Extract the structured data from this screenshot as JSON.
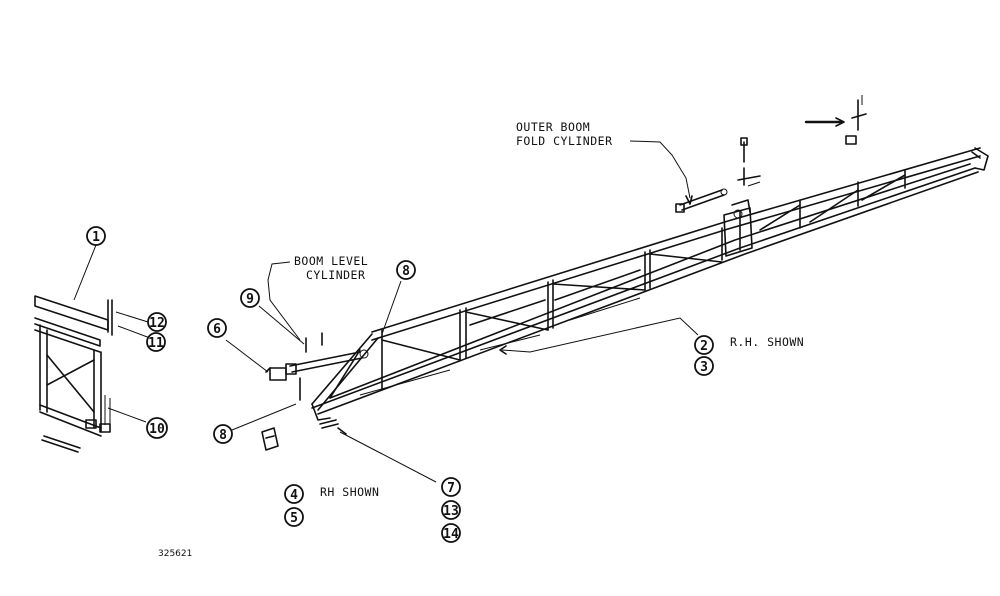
{
  "callouts": {
    "c1": "1",
    "c2": "2",
    "c3": "3",
    "c4": "4",
    "c5": "5",
    "c6": "6",
    "c7": "7",
    "c8a": "8",
    "c8b": "8",
    "c9": "9",
    "c10": "10",
    "c11": "11",
    "c12": "12",
    "c13": "13",
    "c14": "14"
  },
  "labels": {
    "outer_boom_line1": "OUTER BOOM",
    "outer_boom_line2": "FOLD CYLINDER",
    "boom_level_line1": "BOOM LEVEL",
    "boom_level_line2": "CYLINDER",
    "rh_shown_boom": "R.H. SHOWN",
    "rh_shown_part": "RH SHOWN"
  },
  "figure_code": "325621"
}
